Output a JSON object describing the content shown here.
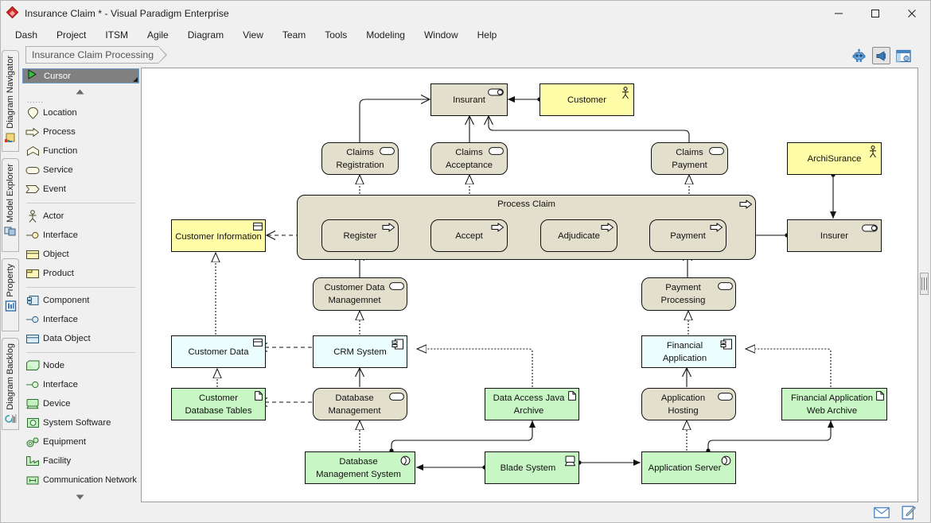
{
  "window": {
    "title": "Insurance Claim * - Visual Paradigm Enterprise",
    "app_icon": "visual-paradigm-diamond-icon",
    "minimize_label": "—",
    "maximize_label": "☐",
    "close_label": "✕"
  },
  "menubar": {
    "items": [
      {
        "label": "Dash"
      },
      {
        "label": "Project"
      },
      {
        "label": "ITSM"
      },
      {
        "label": "Agile"
      },
      {
        "label": "Diagram"
      },
      {
        "label": "View"
      },
      {
        "label": "Team"
      },
      {
        "label": "Tools"
      },
      {
        "label": "Modeling"
      },
      {
        "label": "Window"
      },
      {
        "label": "Help"
      }
    ]
  },
  "doc_tab": {
    "label": "Insurance Claim Processing"
  },
  "toolbar_icons": [
    {
      "name": "bot-assistant-icon",
      "active": false
    },
    {
      "name": "announcement-megaphone-icon",
      "active": true
    },
    {
      "name": "panel-layout-icon",
      "active": false
    }
  ],
  "side_tabs": [
    {
      "label": "Diagram Navigator",
      "icon": "diagram-navigator-icon"
    },
    {
      "label": "Model Explorer",
      "icon": "model-explorer-icon"
    },
    {
      "label": "Property",
      "icon": "property-icon"
    },
    {
      "label": "Diagram Backlog",
      "icon": "diagram-backlog-icon"
    }
  ],
  "palette": {
    "cursor": {
      "label": "Cursor",
      "icon": "cursor-arrow-icon",
      "selected": true
    },
    "scroll_up_icon": "scroll-up-arrow-icon",
    "scroll_down_icon": "scroll-down-arrow-icon",
    "groups": [
      {
        "items": [
          {
            "label": "Location",
            "icon": "location-pin-icon"
          },
          {
            "label": "Process",
            "icon": "process-arrow-icon"
          },
          {
            "label": "Function",
            "icon": "function-chevron-icon"
          },
          {
            "label": "Service",
            "icon": "service-rounded-icon"
          },
          {
            "label": "Event",
            "icon": "event-pentagon-icon"
          }
        ]
      },
      {
        "items": [
          {
            "label": "Actor",
            "icon": "actor-stickman-icon"
          },
          {
            "label": "Interface",
            "icon": "business-interface-icon"
          },
          {
            "label": "Object",
            "icon": "business-object-icon"
          },
          {
            "label": "Product",
            "icon": "product-icon"
          }
        ]
      },
      {
        "items": [
          {
            "label": "Component",
            "icon": "component-icon"
          },
          {
            "label": "Interface",
            "icon": "application-interface-icon"
          },
          {
            "label": "Data Object",
            "icon": "data-object-icon"
          }
        ]
      },
      {
        "items": [
          {
            "label": "Node",
            "icon": "node-icon"
          },
          {
            "label": "Interface",
            "icon": "technology-interface-icon"
          },
          {
            "label": "Device",
            "icon": "device-icon"
          },
          {
            "label": "System Software",
            "icon": "system-software-icon"
          },
          {
            "label": "Equipment",
            "icon": "equipment-gears-icon"
          },
          {
            "label": "Facility",
            "icon": "facility-icon"
          },
          {
            "label": "Communication Network",
            "icon": "communication-network-icon"
          }
        ]
      }
    ]
  },
  "canvas": {
    "group": {
      "label": "Process Claim",
      "icon": "process-arrow-icon",
      "fill": "#e3dfcd"
    },
    "colors": {
      "business": "#e3dfcd",
      "business_highlight": "#fffda8",
      "application": "#e6f7fb",
      "technology": "#c3f2c0",
      "stroke": "#111111"
    },
    "nodes": [
      {
        "id": "insurant",
        "label": "Insurant",
        "icon": "business-role-icon",
        "layer": "business"
      },
      {
        "id": "customer",
        "label": "Customer",
        "icon": "actor-stickman-icon",
        "layer": "business_highlight"
      },
      {
        "id": "claimsreg",
        "label": "Claims\nRegistration",
        "icon": "service-rounded-icon",
        "layer": "business"
      },
      {
        "id": "claimsacc",
        "label": "Claims\nAcceptance",
        "icon": "service-rounded-icon",
        "layer": "business"
      },
      {
        "id": "claimspay",
        "label": "Claims\nPayment",
        "icon": "service-rounded-icon",
        "layer": "business"
      },
      {
        "id": "archisurance",
        "label": "ArchiSurance",
        "icon": "actor-stickman-icon",
        "layer": "business_highlight"
      },
      {
        "id": "custinfo",
        "label": "Customer Information",
        "icon": "business-object-icon",
        "layer": "business_highlight"
      },
      {
        "id": "register",
        "label": "Register",
        "icon": "process-arrow-icon",
        "layer": "business"
      },
      {
        "id": "accept",
        "label": "Accept",
        "icon": "process-arrow-icon",
        "layer": "business"
      },
      {
        "id": "adjudicate",
        "label": "Adjudicate",
        "icon": "process-arrow-icon",
        "layer": "business"
      },
      {
        "id": "payment",
        "label": "Payment",
        "icon": "process-arrow-icon",
        "layer": "business"
      },
      {
        "id": "insurer",
        "label": "Insurer",
        "icon": "business-role-icon",
        "layer": "business"
      },
      {
        "id": "custdatamgmt",
        "label": "Customer Data\nManagemnet",
        "icon": "service-rounded-icon",
        "layer": "business"
      },
      {
        "id": "paymentproc",
        "label": "Payment\nProcessing",
        "icon": "service-rounded-icon",
        "layer": "business"
      },
      {
        "id": "custdata",
        "label": "Customer Data",
        "icon": "business-object-icon",
        "layer": "application"
      },
      {
        "id": "crmsystem",
        "label": "CRM System",
        "icon": "component-icon",
        "layer": "application"
      },
      {
        "id": "finapp",
        "label": "Financial\nApplication",
        "icon": "component-icon",
        "layer": "application"
      },
      {
        "id": "custdbtab",
        "label": "Customer\nDatabase Tables",
        "icon": "artifact-icon",
        "layer": "technology"
      },
      {
        "id": "dbmanage",
        "label": "Database\nManagement",
        "icon": "service-rounded-icon",
        "layer": "business"
      },
      {
        "id": "dataaccess",
        "label": "Data Access Java\nArchive",
        "icon": "artifact-icon",
        "layer": "technology"
      },
      {
        "id": "apphosting",
        "label": "Application\nHosting",
        "icon": "service-rounded-icon",
        "layer": "business"
      },
      {
        "id": "finappweb",
        "label": "Financial Application\nWeb Archive",
        "icon": "artifact-icon",
        "layer": "technology"
      },
      {
        "id": "dbms",
        "label": "Database\nManagement System",
        "icon": "system-software-icon",
        "layer": "technology"
      },
      {
        "id": "bladesystem",
        "label": "Blade System",
        "icon": "device-icon",
        "layer": "technology"
      },
      {
        "id": "appserver",
        "label": "Application Server",
        "icon": "system-software-icon",
        "layer": "technology"
      }
    ]
  },
  "statusbar": {
    "icons": [
      {
        "name": "message-envelope-icon"
      },
      {
        "name": "notes-pencil-icon"
      }
    ]
  }
}
